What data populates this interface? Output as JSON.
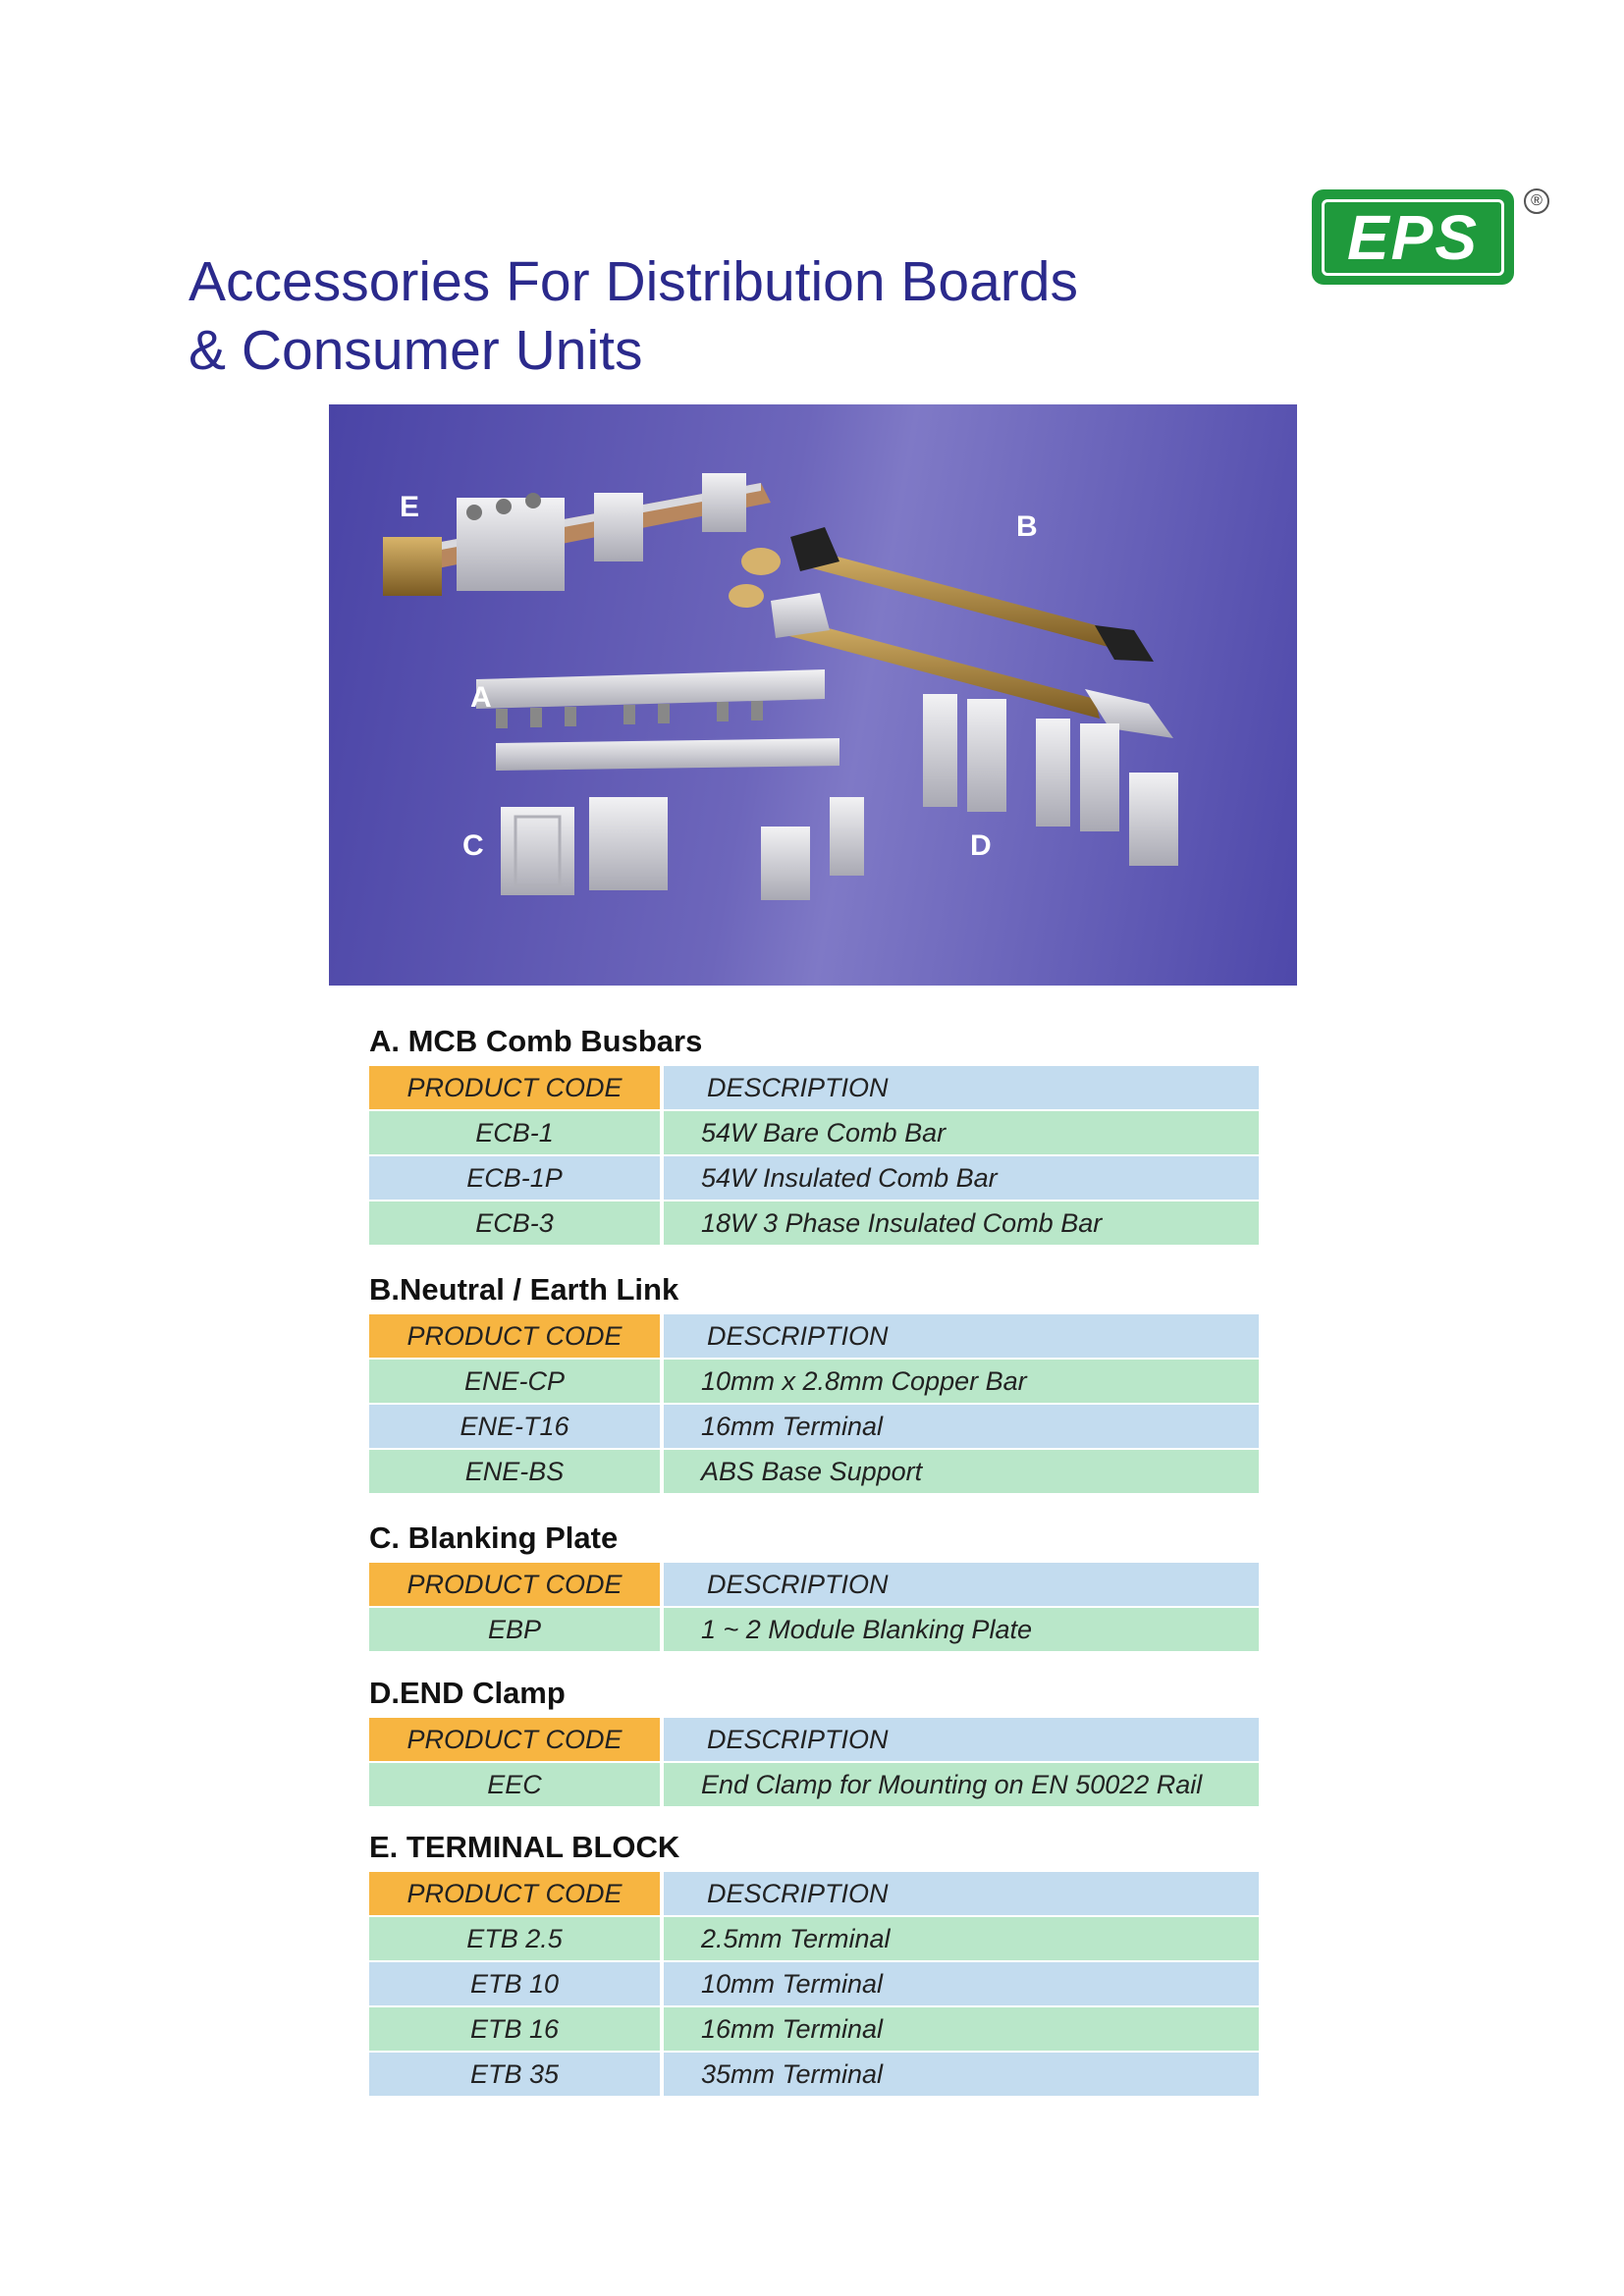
{
  "header": {
    "title_line1": "Accessories For Distribution Boards",
    "title_line2": "& Consumer Units",
    "logo_text": "EPS",
    "registered_mark": "®"
  },
  "photo": {
    "labels": [
      "E",
      "B",
      "A",
      "C",
      "D"
    ]
  },
  "colors": {
    "title": "#2b2a8c",
    "logo_green": "#1f9a3c",
    "header_code": "#f7b541",
    "row_green": "#b9e7c9",
    "row_blue": "#c3dcef"
  },
  "sections": [
    {
      "title": "A. MCB Comb Busbars",
      "header": {
        "code": "PRODUCT CODE",
        "desc": "DESCRIPTION"
      },
      "rows": [
        {
          "code": "ECB-1",
          "desc": "54W Bare Comb Bar"
        },
        {
          "code": "ECB-1P",
          "desc": "54W Insulated Comb Bar"
        },
        {
          "code": "ECB-3",
          "desc": "18W 3 Phase Insulated Comb Bar"
        }
      ]
    },
    {
      "title": "B.Neutral / Earth Link",
      "header": {
        "code": "PRODUCT CODE",
        "desc": "DESCRIPTION"
      },
      "rows": [
        {
          "code": "ENE-CP",
          "desc": "10mm x 2.8mm Copper Bar"
        },
        {
          "code": "ENE-T16",
          "desc": "16mm Terminal"
        },
        {
          "code": "ENE-BS",
          "desc": "ABS Base Support"
        }
      ]
    },
    {
      "title": "C. Blanking Plate",
      "header": {
        "code": "PRODUCT CODE",
        "desc": "DESCRIPTION"
      },
      "rows": [
        {
          "code": "EBP",
          "desc": "1 ~ 2 Module Blanking Plate"
        }
      ]
    },
    {
      "title": "D.END Clamp",
      "header": {
        "code": "PRODUCT CODE",
        "desc": "DESCRIPTION"
      },
      "rows": [
        {
          "code": "EEC",
          "desc": "End Clamp for Mounting on EN 50022 Rail"
        }
      ]
    },
    {
      "title": "E. TERMINAL BLOCK",
      "header": {
        "code": "PRODUCT CODE",
        "desc": "DESCRIPTION"
      },
      "rows": [
        {
          "code": "ETB 2.5",
          "desc": "2.5mm Terminal"
        },
        {
          "code": "ETB 10",
          "desc": "10mm Terminal"
        },
        {
          "code": "ETB 16",
          "desc": "16mm Terminal"
        },
        {
          "code": "ETB 35",
          "desc": "35mm Terminal"
        }
      ]
    }
  ]
}
